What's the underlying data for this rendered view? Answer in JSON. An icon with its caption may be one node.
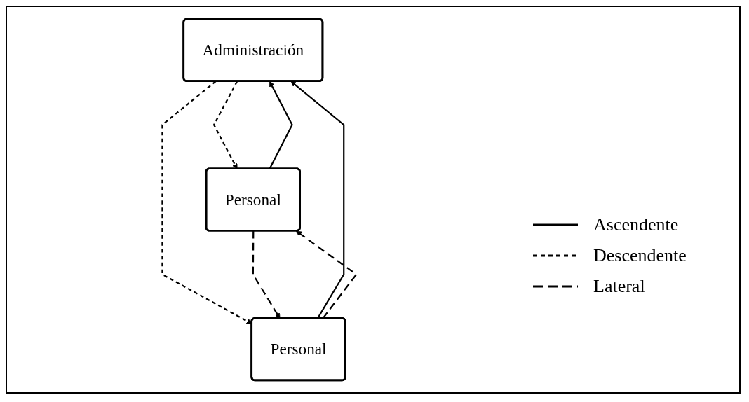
{
  "diagram": {
    "nodes": [
      {
        "text": [
          "Administración"
        ]
      },
      {
        "text": [
          "Personal"
        ]
      },
      {
        "text": [
          "Personal"
        ]
      }
    ],
    "edges": [
      {
        "from": 0,
        "to": 1,
        "arrow": "to",
        "style": "dashed"
      },
      {
        "from": 1,
        "to": 0,
        "arrow": "to"
      },
      {
        "from": 0,
        "to": 2,
        "arrow": "to",
        "style": "dashed"
      },
      {
        "from": 2,
        "to": 0,
        "arrow": "to"
      },
      {
        "from": 1,
        "to": 2,
        "arrow": "to",
        "style": "dashed"
      },
      {
        "from": 2,
        "to": 1,
        "arrow": "to",
        "style": "dashed"
      }
    ],
    "legend": [
      {
        "text": "Ascendente"
      },
      {
        "text": "Descendente"
      },
      {
        "text": "Lateral"
      }
    ]
  }
}
